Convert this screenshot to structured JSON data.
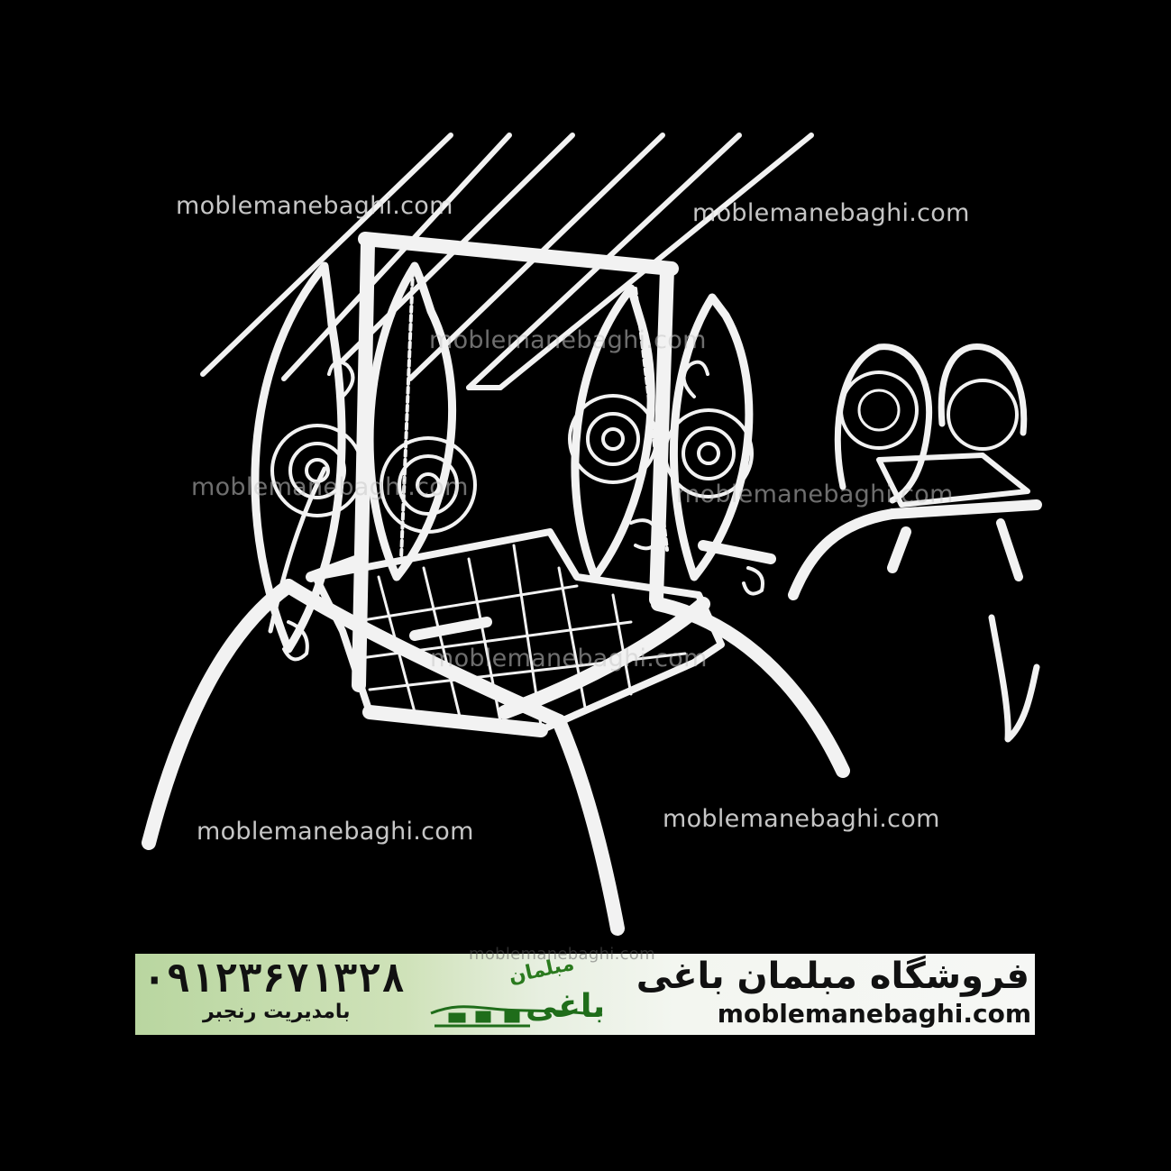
{
  "colors": {
    "background": "#000000",
    "object": "#f2f2f2",
    "banner_green": "#b9d6a0",
    "logo_green": "#1f6d1a"
  },
  "watermarks": [
    "moblemanebaghi.com",
    "moblemanebaghi.com",
    "moblemanebaghi.com",
    "moblemanebaghi.com",
    "moblemanebaghi.com",
    "moblemanebaghi.com",
    "moblemanebaghi.com",
    "moblemanebaghi.com",
    "moblemanebaghi.com"
  ],
  "banner": {
    "phone": "۰۹۱۲۳۶۷۱۳۲۸",
    "manager": "بامدیریت رنجبر",
    "logo_top": "مبلمان",
    "logo_bottom": "باغی",
    "shop_name": "فروشگاه مبلمان باغی",
    "website": "moblemanebaghi.com"
  }
}
